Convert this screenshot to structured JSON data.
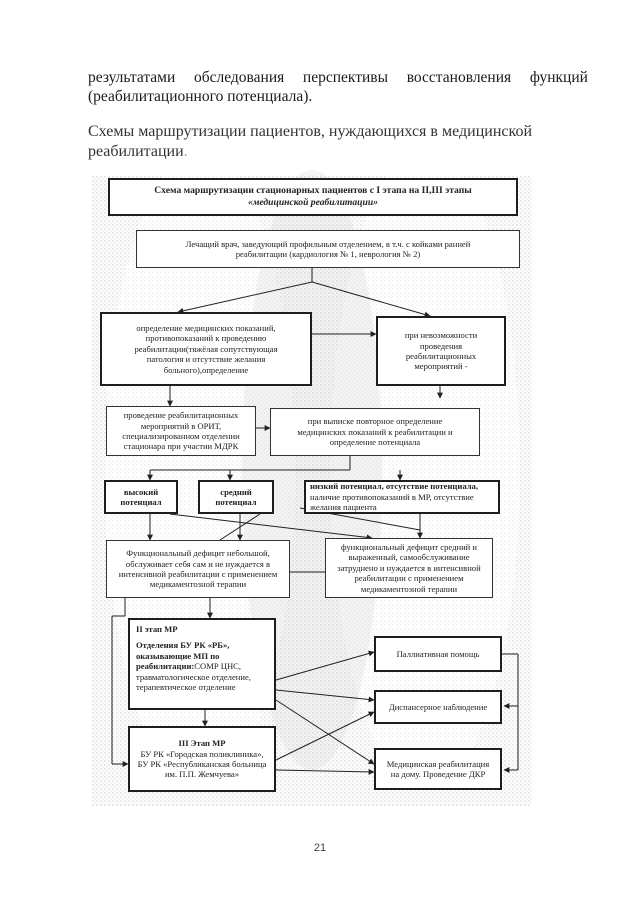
{
  "intro": {
    "line1_words": [
      "результатами",
      "обследования",
      "перспективы",
      "восстановления",
      "функций"
    ],
    "line2": "(реабилитационного потенциала)."
  },
  "section": {
    "line1": "Схемы маршрутизации пациентов, нуждающихся в медицинской",
    "line2": "реабилитации."
  },
  "diagram": {
    "title": {
      "line1": "Схема маршрутизации стационарных пациентов с I этапа на II,III этапы",
      "line2": "«медицинской реабилитации»"
    },
    "doctor": {
      "line1": "Лечащий врач, заведующий профильным отделением, в т.ч. с койками ранней",
      "line2": "реабилитации (кардиология № 1, неврология № 2)"
    },
    "indications": {
      "lines": [
        "определение медицинских показаний,",
        "противопоказаний к проведению",
        "реабилитации(тяжёлая сопутствующая",
        "патология и отсутствие желания",
        "больного),определение"
      ]
    },
    "impossible": {
      "lines": [
        "при невозможности",
        "проведения",
        "реабилитационных",
        "мероприятий -"
      ]
    },
    "orit": {
      "lines": [
        "проведение реабилитационных",
        "мероприятий в ОРИТ,",
        "специализированном отделении",
        "стационара при участии МДРК"
      ]
    },
    "discharge": {
      "lines": [
        "при выписке повторное определение",
        "медицинских показаний к реабилитации и",
        "определение потенциала"
      ]
    },
    "high": {
      "lines": [
        "высокий",
        "потенциал"
      ]
    },
    "medium": {
      "lines": [
        "средний",
        "потенциал"
      ]
    },
    "low": {
      "lines": [
        "низкий потенциал, отсутствие потенциала,",
        "наличие противопоказаний в МР, отсутствие",
        "желания пациента"
      ]
    },
    "deficit_small": {
      "lines": [
        "Функциональный дефицит небольшой,",
        "обслуживает себя сам и не нуждается в",
        "интенсивной реабилитации с применением",
        "медикаментозной терапии"
      ]
    },
    "deficit_medium": {
      "lines": [
        "функциональный дефицит средний и",
        "выраженный, самообслуживание",
        "затруднено и нуждается в интенсивной",
        "реабилитации с применением",
        "медикаментозной терапии"
      ]
    },
    "stage2": {
      "title": "II этап МР",
      "dept": "Отделения БУ РК «РБ»,",
      "dept2": "оказывающие МП по",
      "dept3_bold": "реабилитации:",
      "dept3_rest": "СОМР ЦНС,",
      "extra1": "травматологическое отделение,",
      "extra2": "терапевтическое отделение"
    },
    "stage3": {
      "title": "III Этап МР",
      "line1": "БУ РК «Городская поликлиника»,",
      "line2": "БУ РК «Республиканская больница",
      "line3": "им. П.П. Жемчуева»"
    },
    "palliative": "Паллиативная помощь",
    "dispensary": "Диспансерное наблюдение",
    "home": {
      "line1": "Медицинская реабилитация",
      "line2": "на дому. Проведение ДКР"
    }
  },
  "page": {
    "number": "21"
  }
}
